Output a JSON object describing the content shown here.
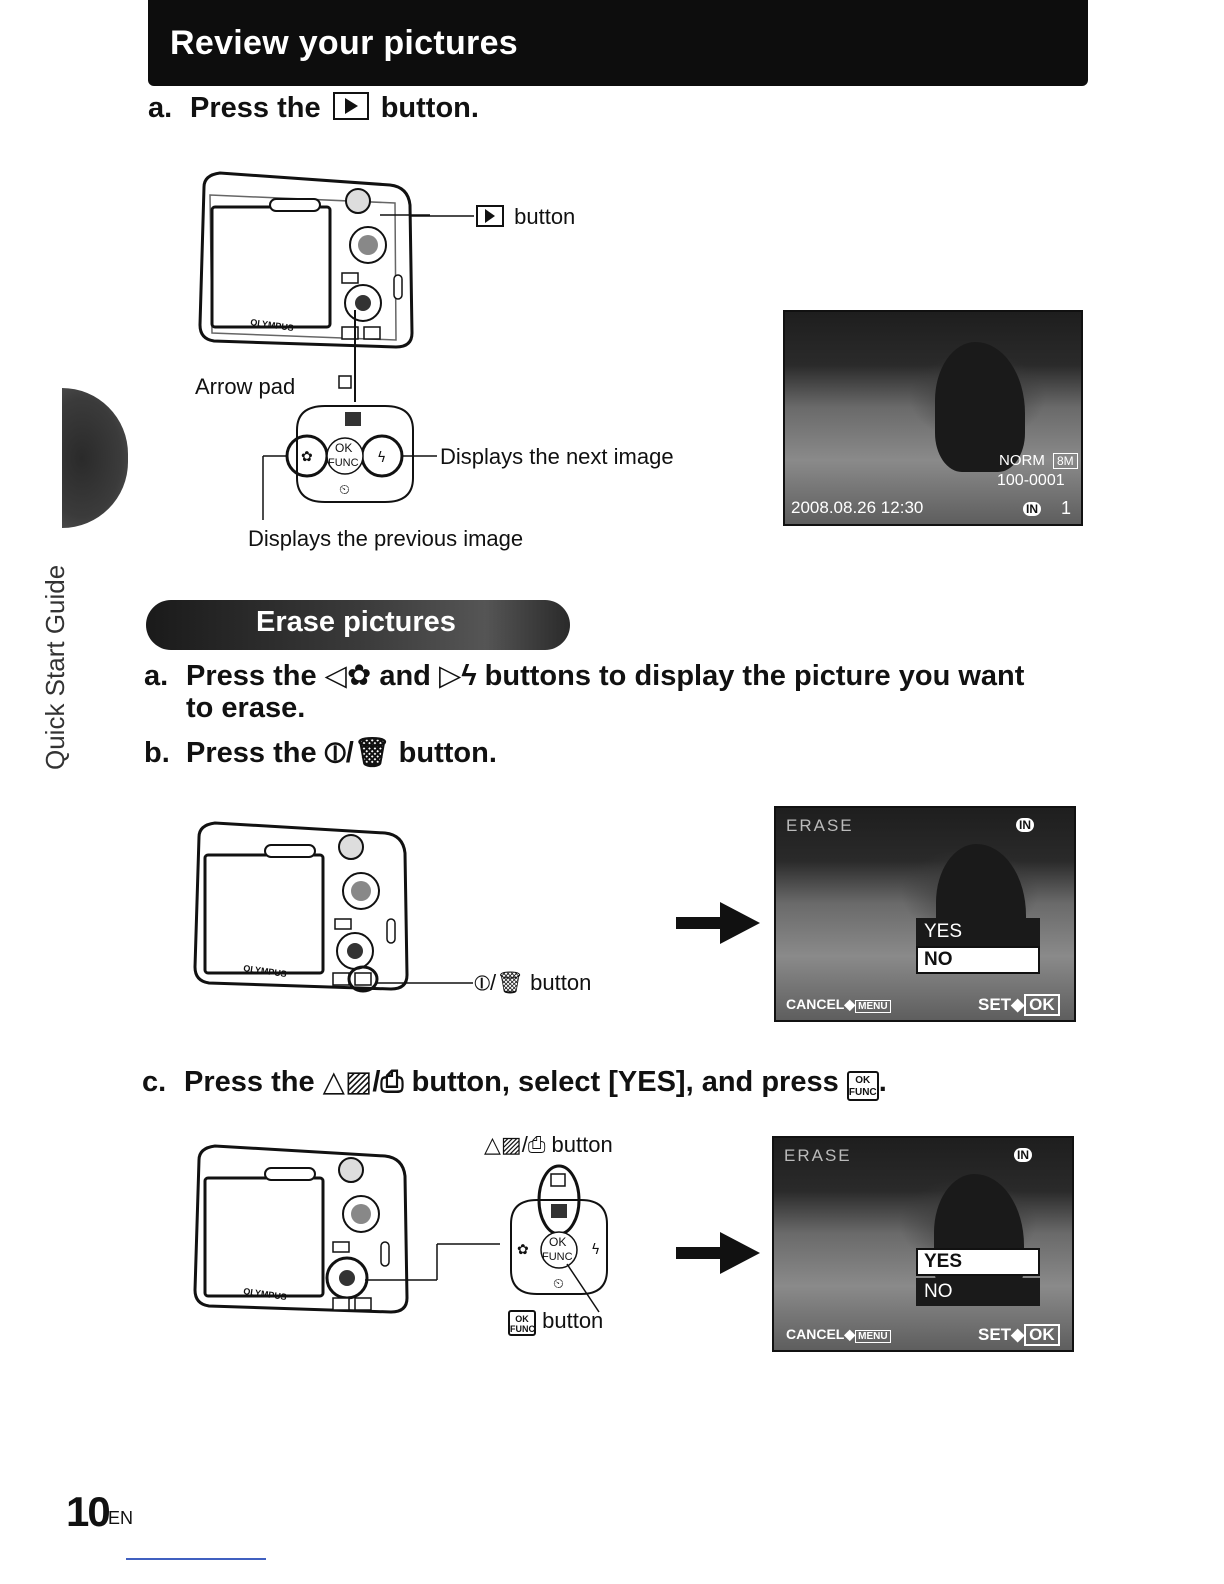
{
  "header": {
    "title": "Review your pictures"
  },
  "sidebar": {
    "label": "Quick Start Guide"
  },
  "review": {
    "step_a": {
      "letter": "a.",
      "prefix": "Press the",
      "suffix": "button."
    },
    "callouts": {
      "play_button": "button",
      "arrow_pad": "Arrow pad",
      "next_image": "Displays the next image",
      "previous_image": "Displays the previous image"
    },
    "dpad": {
      "ok": "OK",
      "func": "FUNC"
    },
    "lcd": {
      "quality": "NORM",
      "size": "8M",
      "file": "100-0001",
      "datetime": "2008.08.26  12:30",
      "memory": "IN",
      "count": "1"
    }
  },
  "erase": {
    "title": "Erase pictures",
    "step_a": {
      "letter": "a.",
      "text_1": "Press the",
      "text_2": "and",
      "text_3": "buttons to display the picture you want",
      "text_4": "to erase."
    },
    "step_b": {
      "letter": "b.",
      "prefix": "Press the",
      "suffix": "button."
    },
    "step_b_callout": "button",
    "step_c": {
      "letter": "c.",
      "prefix": "Press the",
      "text_mid": "button, select [YES], and press",
      "end": "."
    },
    "step_c_callouts": {
      "button_top": "button",
      "button_bottom": "button"
    },
    "screen1": {
      "title": "ERASE",
      "memory": "IN",
      "option_yes": "YES",
      "option_no": "NO",
      "cancel": "CANCEL",
      "menu": "MENU",
      "set": "SET",
      "ok": "OK"
    },
    "screen2": {
      "title": "ERASE",
      "memory": "IN",
      "option_yes": "YES",
      "option_no": "NO",
      "cancel": "CANCEL",
      "menu": "MENU",
      "set": "SET",
      "ok": "OK"
    }
  },
  "footer": {
    "page_number": "10",
    "language": "EN"
  }
}
